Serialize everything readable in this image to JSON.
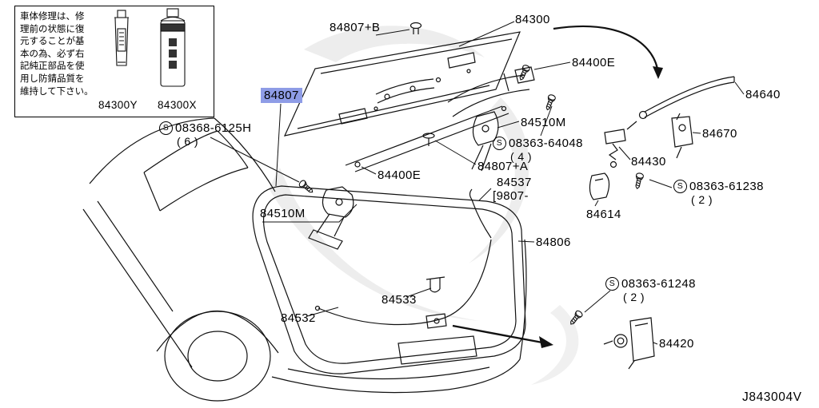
{
  "colors": {
    "highlight": "#8e9ce6",
    "line": "#111111",
    "background": "#ffffff"
  },
  "symbols": {
    "screw_standard": "S"
  },
  "note_box": {
    "lines": [
      "車体修理は、修",
      "理前の状態に復",
      "元することが基",
      "本の為、必ず右",
      "記純正部品を使",
      "用し防錆品質を",
      "維持して下さい。"
    ],
    "products": [
      {
        "label": "84300Y"
      },
      {
        "label": "84300X"
      }
    ]
  },
  "highlighted_label": {
    "text": "84807"
  },
  "labels": [
    {
      "text": "84807+B"
    },
    {
      "text": "84300"
    },
    {
      "text": "84400E"
    },
    {
      "text": "84640"
    },
    {
      "text": "84510M"
    },
    {
      "s": true,
      "text": "08363-64048",
      "qty": "( 4 )"
    },
    {
      "text": "84670"
    },
    {
      "s": true,
      "text": "08368-6125H",
      "qty": "( 6 )"
    },
    {
      "text": "84400E"
    },
    {
      "text": "84807+A"
    },
    {
      "text": "84430"
    },
    {
      "text": "84537",
      "text2": "[9807-"
    },
    {
      "s": true,
      "text": "08363-61238",
      "qty": "( 2 )"
    },
    {
      "text": "84614"
    },
    {
      "text": "84510M"
    },
    {
      "text": "84806"
    },
    {
      "s": true,
      "text": "08363-61248",
      "qty": "( 2 )"
    },
    {
      "text": "84533"
    },
    {
      "text": "84532"
    },
    {
      "text": "84420"
    }
  ],
  "diagram_code": "J843004V"
}
